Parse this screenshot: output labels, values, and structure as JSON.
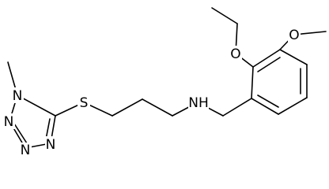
{
  "molecule": {
    "atom_labels": {
      "s1": "S",
      "nh": "NH",
      "o_ethoxy": "O",
      "o_methoxy": "O",
      "n1": "N",
      "n2": "N",
      "n3": "N",
      "n4": "N"
    },
    "colors": {
      "bond": "#000000",
      "label": "#000000",
      "background": "#ffffff"
    }
  }
}
